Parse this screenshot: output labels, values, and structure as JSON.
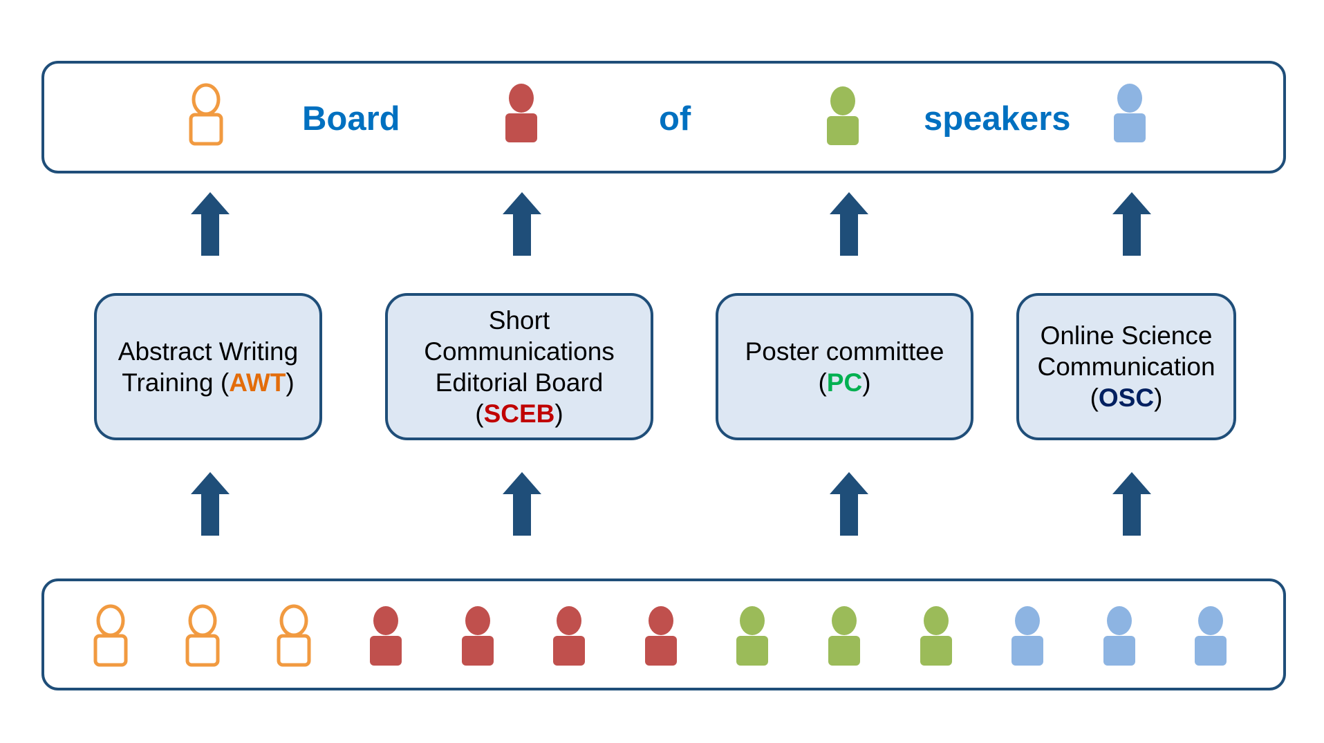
{
  "board": {
    "words": [
      "Board",
      "of",
      "speakers"
    ]
  },
  "colors": {
    "orange": "#f19a40",
    "red": "#c0504d",
    "green": "#9bbb59",
    "blue": "#8db4e2",
    "frame": "#1f4e79",
    "title": "#0070c0",
    "box_fill": "#dde7f3",
    "awt": "#e36c0a",
    "sceb": "#c00000",
    "pc": "#00b050",
    "osc": "#002060"
  },
  "icons": {
    "person": "person-icon",
    "arrow": "up-arrow-icon"
  },
  "committees": [
    {
      "lines": [
        "Abstract Writing",
        "Training ("
      ],
      "abbr": "AWT",
      "close": ")"
    },
    {
      "lines": [
        "Short",
        "Communications",
        "Editorial Board",
        "("
      ],
      "abbr": "SCEB",
      "close": ")"
    },
    {
      "lines": [
        "Poster committee",
        "("
      ],
      "abbr": "PC",
      "close": ")"
    },
    {
      "lines": [
        "Online Science",
        "Communication",
        "("
      ],
      "abbr": "OSC",
      "close": ")"
    }
  ],
  "members": {
    "counts": {
      "orange": 3,
      "red": 4,
      "green": 3,
      "blue": 3
    }
  }
}
